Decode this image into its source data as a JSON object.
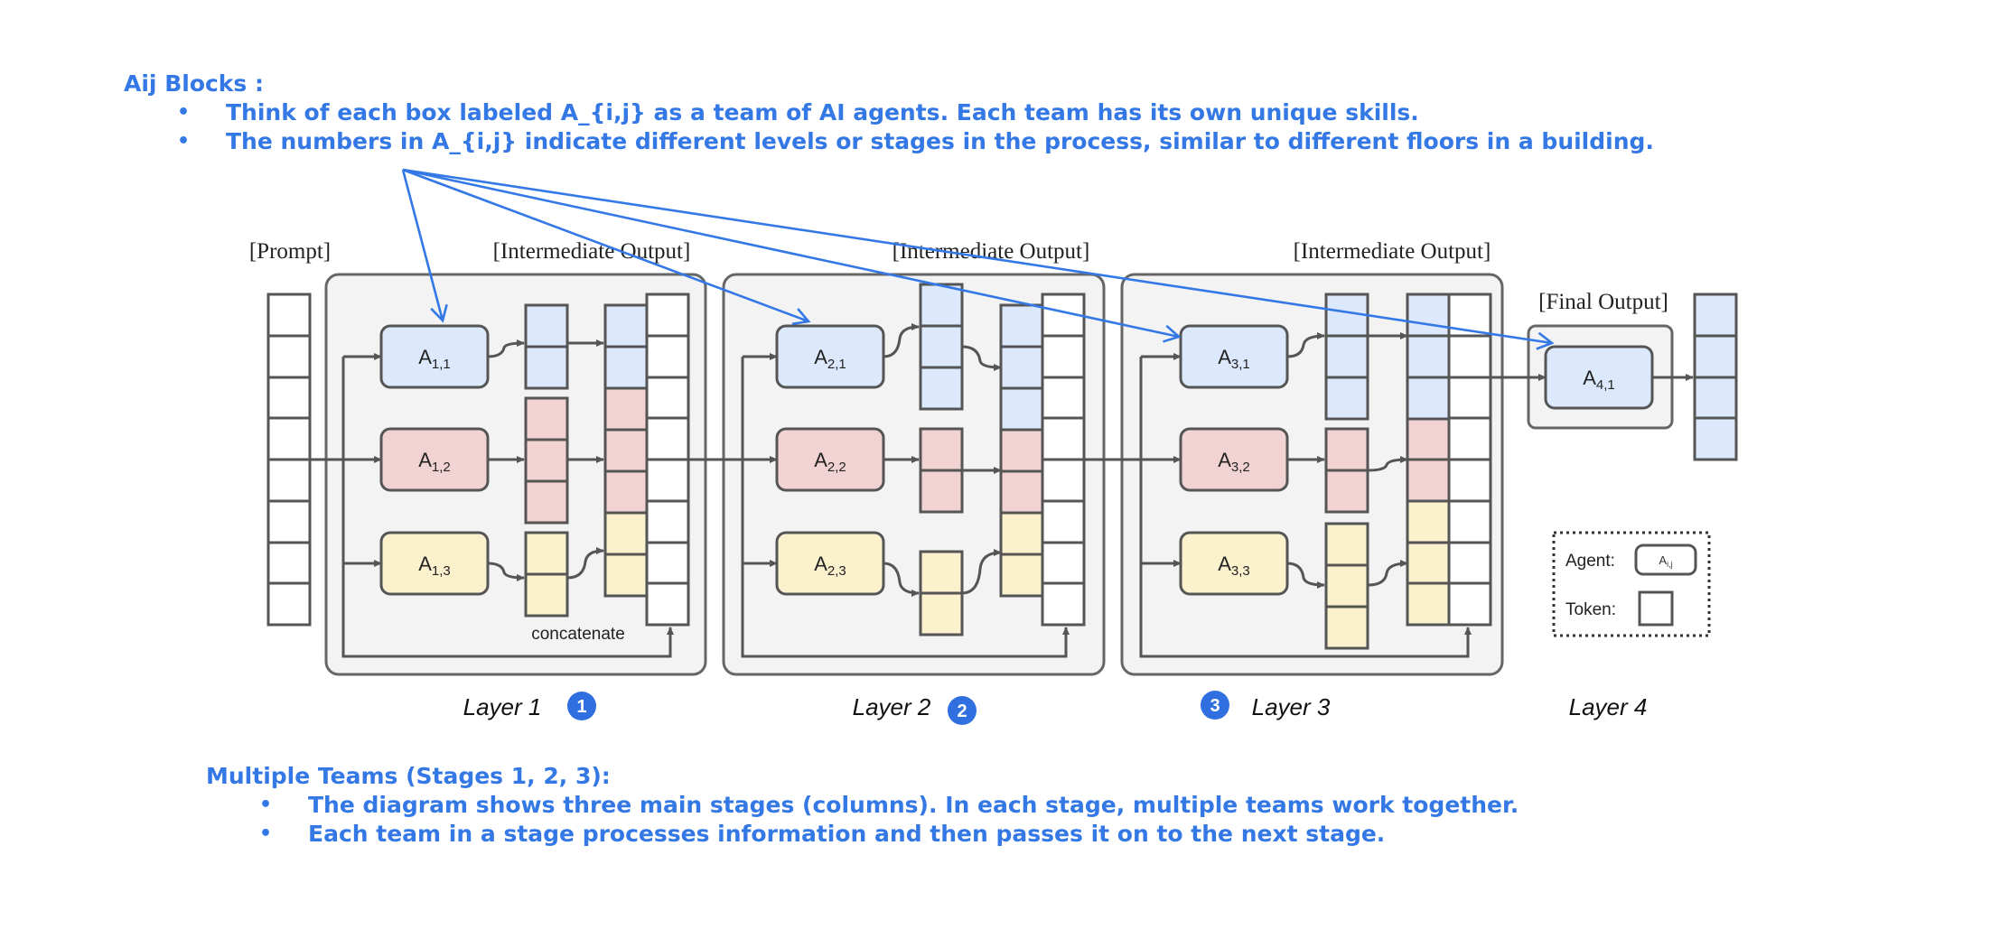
{
  "annotations": {
    "aij": {
      "title": "Aij Blocks :",
      "items": [
        "Think of each box labeled  A_{i,j}  as a team of AI agents. Each team has its own unique skills.",
        "The numbers in  A_{i,j}  indicate different levels or stages in the process, similar to different floors in a building."
      ],
      "bullet": "•"
    },
    "teams": {
      "title": "Multiple Teams (Stages 1, 2, 3):",
      "items": [
        "The diagram shows three main stages (columns). In each stage, multiple teams work together.",
        "Each team in a stage processes information and then passes it on to the next stage."
      ],
      "bullet": "•"
    }
  },
  "diagram": {
    "prompt_label": "[Prompt]",
    "intermediate_label": "[Intermediate Output]",
    "final_label": "[Final Output]",
    "concatenate_label": "concatenate",
    "layers": [
      {
        "label": "Layer 1",
        "badge": "1",
        "agents": [
          {
            "main": "A",
            "sub": "1,1"
          },
          {
            "main": "A",
            "sub": "1,2"
          },
          {
            "main": "A",
            "sub": "1,3"
          }
        ]
      },
      {
        "label": "Layer 2",
        "badge": "2",
        "agents": [
          {
            "main": "A",
            "sub": "2,1"
          },
          {
            "main": "A",
            "sub": "2,2"
          },
          {
            "main": "A",
            "sub": "2,3"
          }
        ]
      },
      {
        "label": "Layer 3",
        "badge": "3",
        "agents": [
          {
            "main": "A",
            "sub": "3,1"
          },
          {
            "main": "A",
            "sub": "3,2"
          },
          {
            "main": "A",
            "sub": "3,3"
          }
        ]
      },
      {
        "label": "Layer 4",
        "badge": "",
        "agents": [
          {
            "main": "A",
            "sub": "4,1"
          }
        ]
      }
    ],
    "legend": {
      "agent_label": "Agent:",
      "agent_sample_main": "A",
      "agent_sample_sub": "i,j",
      "token_label": "Token:"
    }
  },
  "colors": {
    "annotation": "#3478e6",
    "agent_blue": "#dce8fb",
    "agent_red": "#f2d3d4",
    "agent_yellow": "#fbf1cd",
    "layer_bg": "#f3f3f3",
    "stroke": "#555555"
  }
}
